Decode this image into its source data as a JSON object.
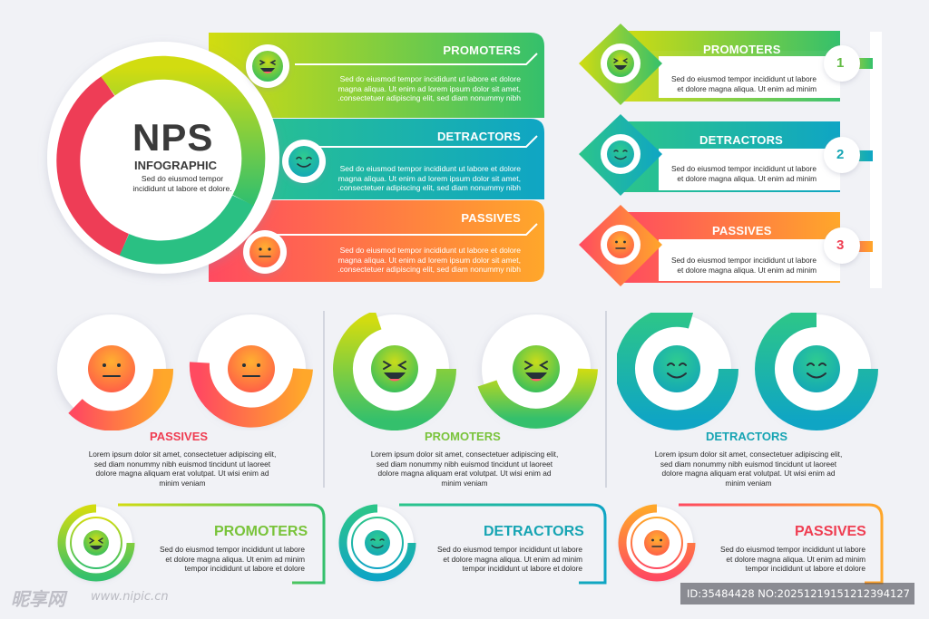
{
  "hero": {
    "title": "NPS",
    "subtitle": "INFOGRAPHIC",
    "caption": "Sed do eiusmod tempor\nincididunt ut labore et dolore.",
    "bars": [
      {
        "title": "PROMOTERS",
        "text": "Sed do eiusmod tempor incididunt ut labore et dolore\nmagna aliqua. Ut enim ad lorem ipsum dolor sit amet,\n.consectetuer adipiscing elit, sed diam nonummy nibh"
      },
      {
        "title": "DETRACTORS",
        "text": "Sed do eiusmod tempor incididunt ut labore et dolore\nmagna aliqua. Ut enim ad lorem ipsum dolor sit amet,\n.consectetuer adipiscing elit, sed diam nonummy nibh"
      },
      {
        "title": "PASSIVES",
        "text": "Sed do eiusmod tempor incididunt ut labore et dolore\nmagna aliqua. Ut enim ad lorem ipsum dolor sit amet,\n.consectetuer adipiscing elit, sed diam nonummy nibh"
      }
    ]
  },
  "numbered": [
    {
      "title": "PROMOTERS",
      "number": "1",
      "text": "Sed do eiusmod tempor incididunt ut labore\net dolore magna aliqua. Ut enim ad minim"
    },
    {
      "title": "DETRACTORS",
      "number": "2",
      "text": "Sed do eiusmod tempor incididunt ut labore\net dolore magna aliqua. Ut enim ad minim"
    },
    {
      "title": "PASSIVES",
      "number": "3",
      "text": "Sed do eiusmod tempor incididunt ut labore\net dolore magna aliqua. Ut enim ad minim"
    }
  ],
  "middle": [
    {
      "title": "PASSIVES",
      "text": "Lorem ipsum dolor sit amet, consectetuer adipiscing elit,\nsed diam nonummy nibh euismod tincidunt ut laoreet\ndolore magna aliquam erat volutpat. Ut wisi enim ad\nminim veniam"
    },
    {
      "title": "PROMOTERS",
      "text": "Lorem ipsum dolor sit amet, consectetuer adipiscing elit,\nsed diam nonummy nibh euismod tincidunt ut laoreet\ndolore magna aliquam erat volutpat. Ut wisi enim ad\nminim veniam"
    },
    {
      "title": "DETRACTORS",
      "text": "Lorem ipsum dolor sit amet, consectetuer adipiscing elit,\nsed diam nonummy nibh euismod tincidunt ut laoreet\ndolore magna aliquam erat volutpat. Ut wisi enim ad\nminim veniam"
    }
  ],
  "bottom": [
    {
      "title": "PROMOTERS",
      "text": "Sed do eiusmod tempor incididunt ut labore\net dolore magna aliqua. Ut enim ad minim\ntempor incididunt ut labore et dolore"
    },
    {
      "title": "DETRACTORS",
      "text": "Sed do eiusmod tempor incididunt ut labore\net dolore magna aliqua. Ut enim ad minim\ntempor incididunt ut labore et dolore"
    },
    {
      "title": "PASSIVES",
      "text": "Sed do eiusmod tempor incididunt ut labore\net dolore magna aliqua. Ut enim ad minim\ntempor incididunt ut labore et dolore"
    }
  ],
  "watermark": {
    "logo": "昵享网",
    "site": "www.nipic.cn",
    "id": "ID:35484428 NO:20251219151212394127"
  },
  "colors": {
    "green_start": "#c9d915",
    "green_end": "#2fbf72",
    "teal_start": "#2bc48c",
    "teal_end": "#10a7c2",
    "orange_start": "#ff4f5f",
    "orange_end": "#ffa52a",
    "promoters_text": "#79c33a",
    "detractors_text": "#16a4b3",
    "passives_text": "#ef3e52"
  }
}
